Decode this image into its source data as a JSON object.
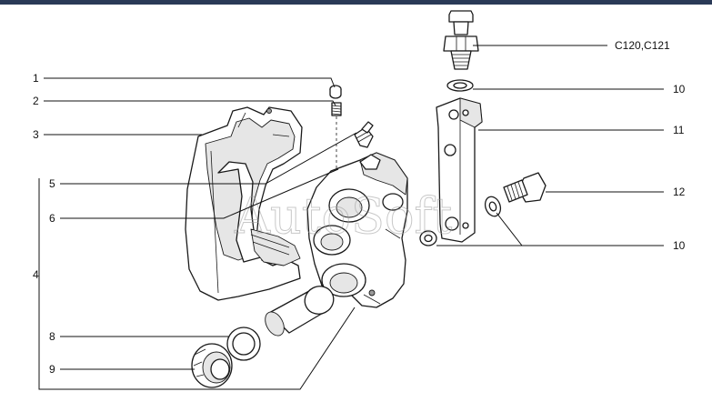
{
  "colors": {
    "top_bar": "#2a3a57",
    "line": "#111111",
    "watermark": "#9c9c9c"
  },
  "watermark": {
    "text": "AutoSoft"
  },
  "callouts": [
    {
      "id": "1",
      "text": "1"
    },
    {
      "id": "2",
      "text": "2"
    },
    {
      "id": "3",
      "text": "3"
    },
    {
      "id": "4",
      "text": "4"
    },
    {
      "id": "5",
      "text": "5"
    },
    {
      "id": "6",
      "text": "6"
    },
    {
      "id": "8",
      "text": "8"
    },
    {
      "id": "9",
      "text": "9"
    },
    {
      "id": "10a",
      "text": "10"
    },
    {
      "id": "11",
      "text": "11"
    },
    {
      "id": "12",
      "text": "12"
    },
    {
      "id": "10b",
      "text": "10"
    },
    {
      "id": "c120",
      "text": "C120,C121"
    }
  ]
}
